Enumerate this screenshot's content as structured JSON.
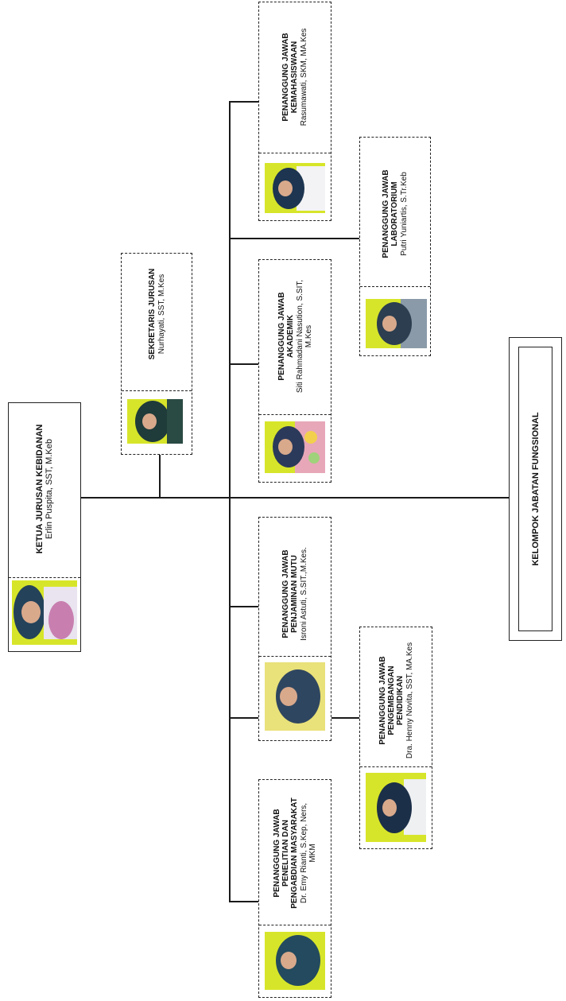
{
  "ketua": {
    "title": "KETUA JURUSAN KEBIDANAN",
    "name": "Erlin Puspita, SST, M.Keb"
  },
  "sekretaris": {
    "title": "SEKRETARIS JURUSAN",
    "name": "Nurhayati, SST, M.Kes"
  },
  "kemahasiswaan": {
    "title": "PENANGGUNG JAWAB\nKEMAHASISWAAN",
    "name": "Rasumawati, SKM, MA.Kes"
  },
  "laboratorium": {
    "title": "PENANGGUNG JAWAB\nLABORATORIUM",
    "name": "Putri Yuniartis, S.Tr.Keb"
  },
  "akademik": {
    "title": "PENANGGUNG JAWAB\nAKADEMIK",
    "name": "Siti Rahmadani Nasution, S.SIT,\nM.Kes"
  },
  "mutu": {
    "title": "PENANGGUNG JAWAB\nPENJAMINAN MUTU",
    "name": "Isroni Astuti, S.SIT.,M.Kes."
  },
  "pengembangan": {
    "title": "PENANGGUNG JAWAB\nPENGEMBANGAN\nPENDIDIKAN",
    "name": "Dra. Henny Novita, SST, MA.Kes"
  },
  "penelitian": {
    "title": "PENANGGUNG JAWAB\nPENELITIAN DAN\nPENGABDIAN MASYARAKAT",
    "name": "Dr. Emy Rianti, S.Kep, Ners,\nMKM"
  },
  "fungsional": {
    "title": "KELOMPOK JABATAN FUNGSIONAL"
  },
  "colors": {
    "photo_background": "#d7e52a",
    "line": "#1a1a1a"
  }
}
